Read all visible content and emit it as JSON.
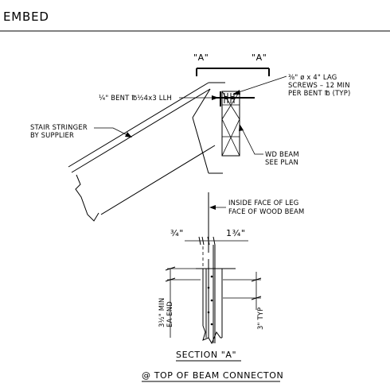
{
  "header": {
    "title": "EMBED"
  },
  "labels": {
    "cut_a_left": "\"A\"",
    "cut_a_right": "\"A\"",
    "plate": "¼\" BENT ℔½4x3 LLH",
    "lag_line1": "⅜\" ø x 4\" LAG",
    "lag_line2": "SCREWS – 12 MIN",
    "lag_line3": "PER BENT ℔ (TYP)",
    "stringer_line1": "STAIR STRINGER",
    "stringer_line2": "BY SUPPLIER",
    "beam_line1": "WD BEAM",
    "beam_line2": "SEE PLAN",
    "inside_line1": "INSIDE FACE OF LEG",
    "inside_line2": "FACE OF WOOD BEAM",
    "dim_left": "¾\"",
    "dim_right": "1¾\"",
    "dim_min_line1": "3½\" MIN",
    "dim_min_line2": "EA END",
    "dim_typ": "3\" TYP",
    "section_title": "SECTION \"A\"",
    "detail_title": "@ TOP OF BEAM CONNECTON"
  }
}
